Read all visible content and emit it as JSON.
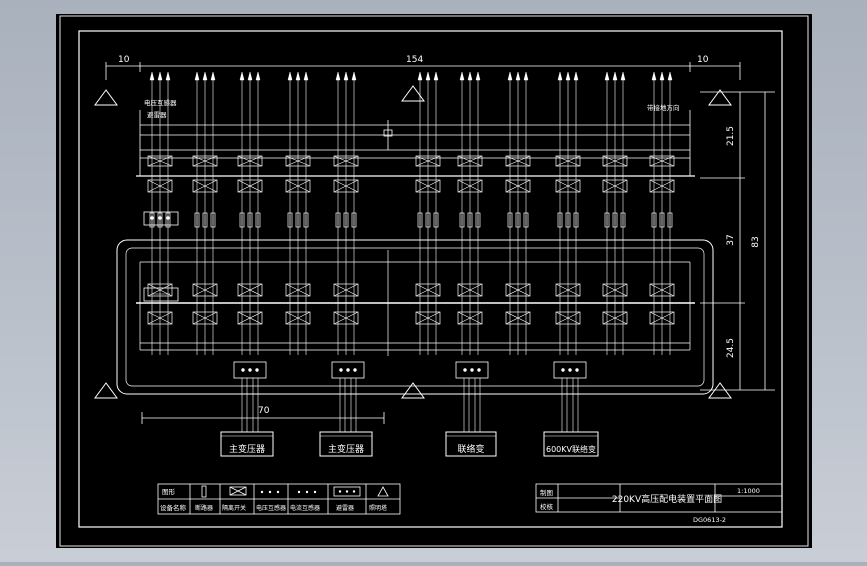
{
  "dimensions": {
    "top_left": "10",
    "top_middle": "154",
    "top_right": "10",
    "right_upper": "21.5",
    "right_middle": "37",
    "right_total": "83",
    "right_lower": "24.5",
    "bottom_width": "70"
  },
  "labels": {
    "upper_left_line1": "电压互感器",
    "upper_left_line2": "避雷器",
    "upper_right": "带接地方向"
  },
  "transformers": [
    "主变压器",
    "主变压器",
    "联络变",
    "600KV联络变"
  ],
  "legend": {
    "row_icon_header": "图形",
    "row_name_header": "设备名称",
    "items": [
      {
        "icon": "breaker-icon",
        "name": "断路器"
      },
      {
        "icon": "disconnector-icon",
        "name": "隔离开关"
      },
      {
        "icon": "voltage-transformer-icon",
        "name": "电压互感器"
      },
      {
        "icon": "current-transformer-icon",
        "name": "电流互感器"
      },
      {
        "icon": "arrester-icon",
        "name": "避雷器"
      },
      {
        "icon": "triangle-icon",
        "name": "照明塔"
      }
    ]
  },
  "title_block": {
    "drawn_label": "制图",
    "checked_label": "校核",
    "title": "220KV高压配电装置平面图",
    "scale": "1:1000",
    "drawing_no": "DG0613-2"
  },
  "colors": {
    "background": "#000000",
    "line": "#ffffff",
    "accent": "#ffffff"
  }
}
